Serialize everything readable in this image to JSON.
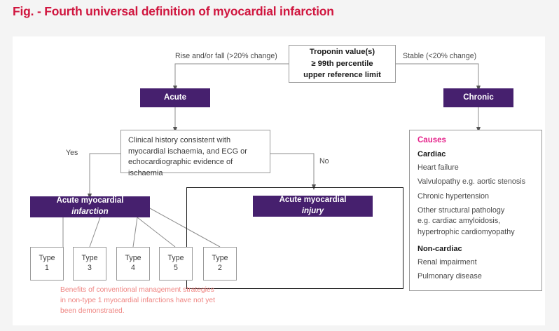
{
  "figure": {
    "title": "Fig. - Fourth universal definition of myocardial infarction",
    "title_color": "#d0163f",
    "accent_purple": "#46206e",
    "accent_pink": "#e5218a",
    "footnote_color": "#ef8582",
    "canvas_background": "#f4f4f4",
    "card_background": "#ffffff"
  },
  "nodes": {
    "troponin": {
      "line1": "Troponin value(s)",
      "line2": "≥ 99th percentile",
      "line3": "upper reference limit"
    },
    "acute": {
      "label": "Acute"
    },
    "chronic": {
      "label": "Chronic"
    },
    "clinical": {
      "line1": "Clinical history consistent with",
      "line2": "myocardial ischaemia, and ECG or",
      "line3": "echocardiographic evidence of ischaemia"
    },
    "infarction": {
      "line1": "Acute myocardial",
      "line2": "infarction"
    },
    "injury": {
      "line1": "Acute myocardial",
      "line2": "injury"
    }
  },
  "edge_labels": {
    "rise_fall": "Rise and/or fall (>20% change)",
    "stable": "Stable (<20% change)",
    "yes": "Yes",
    "no": "No"
  },
  "types": [
    {
      "label": "Type",
      "number": "1"
    },
    {
      "label": "Type",
      "number": "3"
    },
    {
      "label": "Type",
      "number": "4"
    },
    {
      "label": "Type",
      "number": "5"
    },
    {
      "label": "Type",
      "number": "2"
    }
  ],
  "causes": {
    "title": "Causes",
    "cardiac_heading": "Cardiac",
    "cardiac_items": [
      "Heart failure",
      "Valvulopathy e.g. aortic stenosis",
      "Chronic hypertension",
      "Other structural pathology",
      "e.g. cardiac amyloidosis,",
      "hypertrophic cardiomyopathy"
    ],
    "noncardiac_heading": "Non-cardiac",
    "noncardiac_items": [
      "Renal impairment",
      "Pulmonary disease"
    ]
  },
  "footnote": {
    "line1": "Benefits of conventional management strategies",
    "line2": "in non-type 1 myocardial infarctions have not yet",
    "line3": "been demonstrated."
  }
}
